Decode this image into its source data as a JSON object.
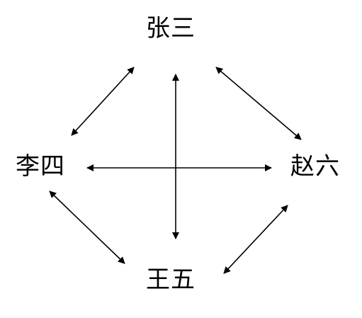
{
  "nodes": {
    "top": "张三",
    "left": "李四",
    "right": "赵六",
    "bottom": "王五"
  },
  "edges": [
    {
      "from": "top",
      "to": "left"
    },
    {
      "from": "top",
      "to": "right"
    },
    {
      "from": "top",
      "to": "bottom"
    },
    {
      "from": "left",
      "to": "right"
    },
    {
      "from": "left",
      "to": "bottom"
    },
    {
      "from": "right",
      "to": "bottom"
    }
  ],
  "colors": {
    "ink": "#000000",
    "background": "#ffffff"
  }
}
